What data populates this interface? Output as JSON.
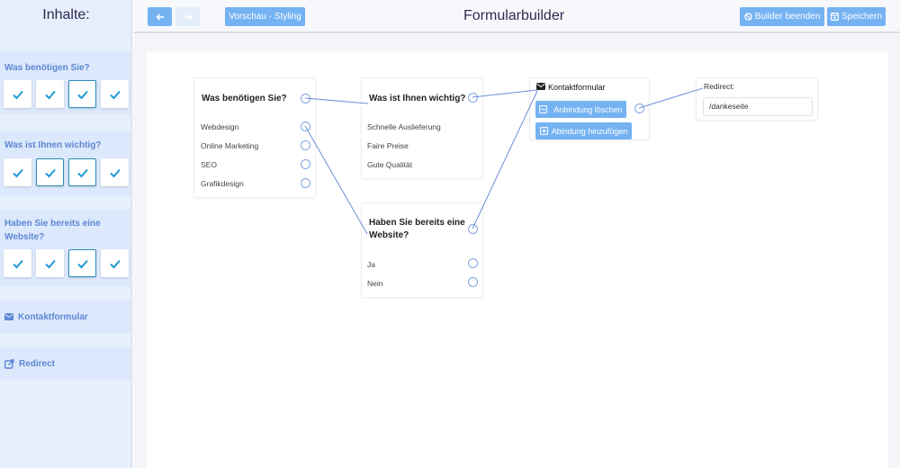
{
  "sidebar": {
    "title": "Inhalte:",
    "sections": [
      {
        "label": "Was benötigen Sie?",
        "checks": [
          false,
          false,
          true,
          false
        ]
      },
      {
        "label": "Was ist Ihnen wichtig?",
        "checks": [
          false,
          true,
          true,
          false
        ]
      },
      {
        "label": "Haben Sie bereits eine Website?",
        "checks": [
          false,
          false,
          true,
          false
        ]
      }
    ],
    "links": [
      {
        "label": "Kontaktformular",
        "icon": "envelope-icon"
      },
      {
        "label": "Redirect",
        "icon": "external-link-icon"
      }
    ]
  },
  "toolbar": {
    "back_icon": "arrow-left-icon",
    "forward_icon": "arrow-right-icon",
    "preview_label": "Vorschau - Styling",
    "title": "Formularbuilder",
    "exit_label": "Builder beenden",
    "save_label": "Speichern"
  },
  "canvas": {
    "card1": {
      "question": "Was benötigen Sie?",
      "options": [
        "Webdesign",
        "Online Marketing",
        "SEO",
        "Grafikdesign"
      ]
    },
    "card2": {
      "question": "Was ist Ihnen wichtig?",
      "options": [
        "Schnelle Auslieferung",
        "Faire Preise",
        "Gute Qualität"
      ]
    },
    "card3": {
      "question_line1": "Haben Sie bereits eine",
      "question_line2": "Website?",
      "options": [
        "Ja",
        "Nein"
      ]
    },
    "contact": {
      "title": "Kontaktformular",
      "remove_label": "Anbindung löschen",
      "add_label": "Abindung hinzufügen"
    },
    "redirect": {
      "label": "Redirect:",
      "value": "/dankeseite"
    }
  },
  "colors": {
    "accent": "#74b2f2",
    "check": "#1e9ad6",
    "sidebar_bg": "#e7effc",
    "title": "#2e2a50",
    "wire": "#6d8fd8"
  }
}
